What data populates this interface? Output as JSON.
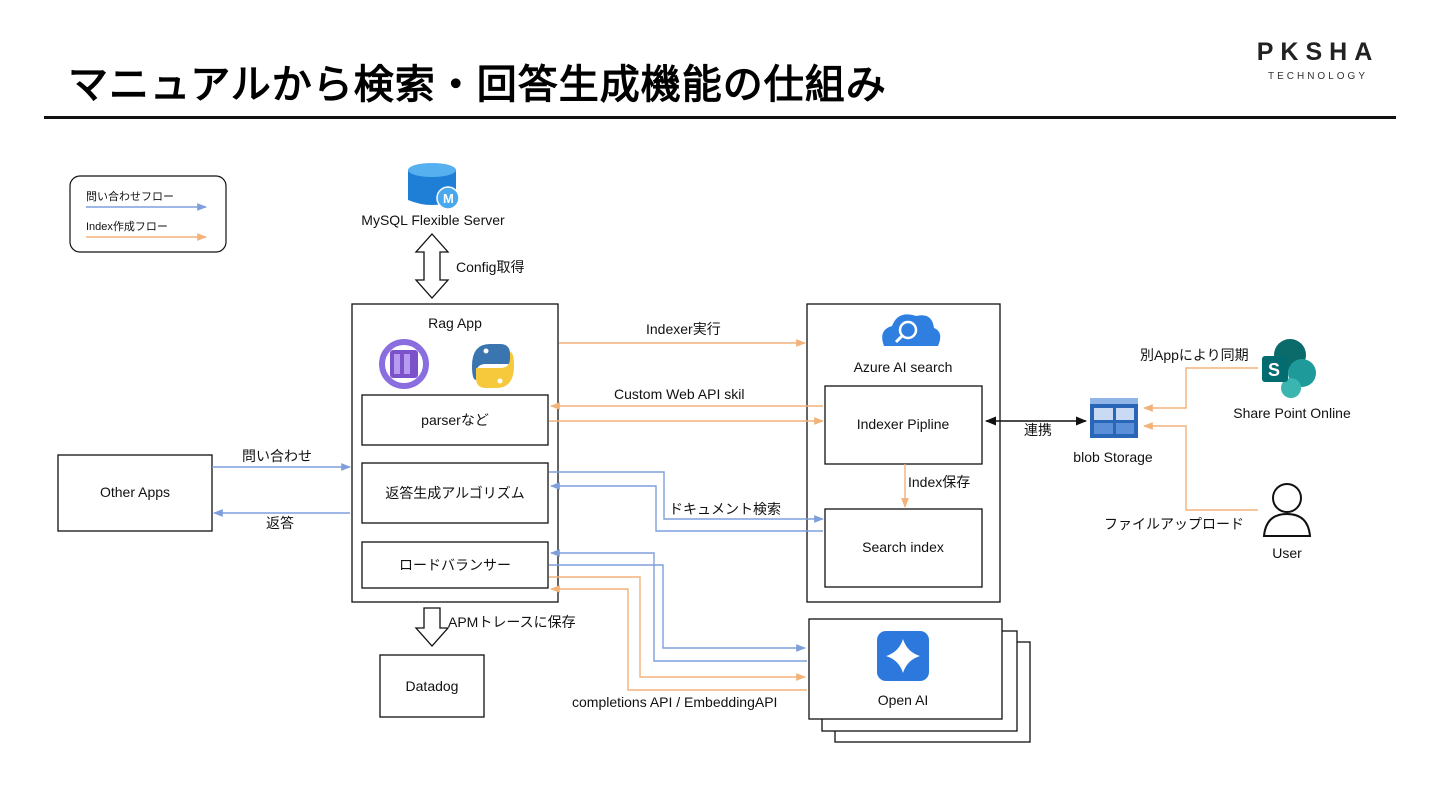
{
  "title": "マニュアルから検索・回答生成機能の仕組み",
  "logo": {
    "main": "PKSHA",
    "sub": "TECHNOLOGY"
  },
  "colors": {
    "inquiry_flow": "#7f9fdc",
    "index_flow": "#f2b27a",
    "line": "#111111"
  },
  "legend": {
    "inquiry": "問い合わせフロー",
    "index": "Index作成フロー"
  },
  "nodes": {
    "mysql": "MySQL Flexible Server",
    "rag_app": "Rag App",
    "parser": "parserなど",
    "algorithm": "返答生成アルゴリズム",
    "load_balancer": "ロードバランサー",
    "other_apps": "Other Apps",
    "datadog": "Datadog",
    "azure_search": "Azure AI search",
    "indexer_pipeline": "Indexer Pipline",
    "search_index": "Search index",
    "open_ai": "Open AI",
    "blob_storage": "blob Storage",
    "sharepoint": "Share Point Online",
    "user": "User"
  },
  "icons": {
    "mysql": "database-icon",
    "rag_app_a": "container-apps-icon",
    "rag_app_b": "python-icon",
    "azure_search": "cloud-search-icon",
    "open_ai": "openai-sparkle-icon",
    "blob": "storage-icon",
    "sharepoint": "sharepoint-icon",
    "user": "user-icon"
  },
  "edges": {
    "config": "Config取得",
    "indexer_run": "Indexer実行",
    "custom_api": "Custom Web API skil",
    "inquiry": "問い合わせ",
    "reply": "返答",
    "doc_search": "ドキュメント検索",
    "index_save": "Index保存",
    "link": "連携",
    "apm": "APMトレースに保存",
    "completions": "completions API / EmbeddingAPI",
    "sync": "別Appにより同期",
    "upload": "ファイルアップロード"
  }
}
